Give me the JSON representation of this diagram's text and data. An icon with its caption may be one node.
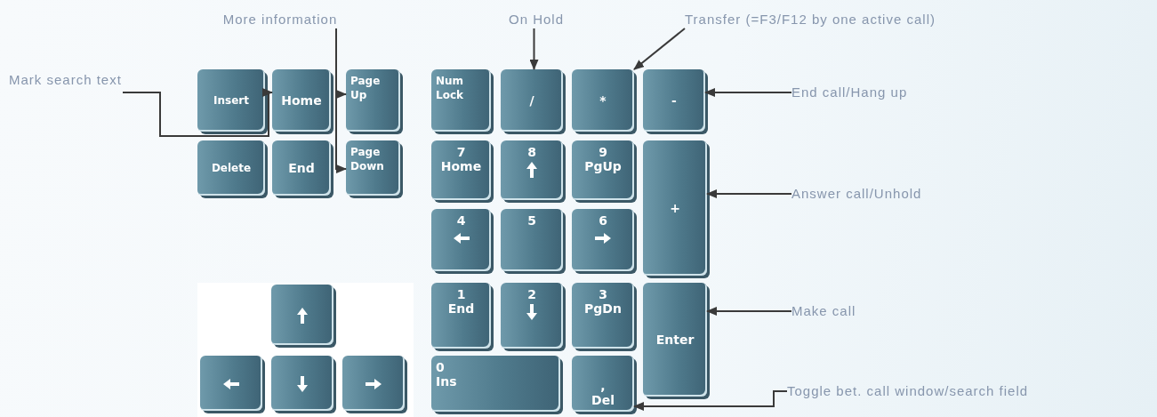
{
  "diagram": {
    "nodes": [
      {
        "text": [
          "More information"
        ]
      },
      {
        "text": [
          "On Hold"
        ]
      },
      {
        "text": [
          "Transfer (=F3/F12 by one active call)"
        ]
      },
      {
        "text": [
          "Mark search text"
        ]
      },
      {
        "text": [
          "Insert"
        ]
      },
      {
        "text": [
          "Home"
        ]
      },
      {
        "text": [
          "Page Up"
        ]
      },
      {
        "text": [
          "Num Lock"
        ]
      },
      {
        "text": [
          "/"
        ]
      },
      {
        "text": [
          "*"
        ]
      },
      {
        "text": [
          "-"
        ]
      },
      {
        "text": [
          "End call/Hang up"
        ]
      },
      {
        "text": [
          "Delete"
        ]
      },
      {
        "text": [
          "End"
        ]
      },
      {
        "text": [
          "Page Down"
        ]
      },
      {
        "text": [
          "7",
          "Home"
        ]
      },
      {
        "text": [
          "8"
        ]
      },
      {
        "text": [
          "9",
          "PgUp"
        ]
      },
      {
        "text": [
          "+"
        ]
      },
      {
        "text": [
          "Answer call/Unhold"
        ]
      },
      {
        "text": [
          "4"
        ]
      },
      {
        "text": [
          "5"
        ]
      },
      {
        "text": [
          "6"
        ]
      },
      {
        "text": [],
        "shape": "box"
      },
      {
        "text": [
          "1",
          "End"
        ]
      },
      {
        "text": [
          "2"
        ]
      },
      {
        "text": [
          "3",
          "PgDn"
        ]
      },
      {
        "text": [
          "Enter"
        ]
      },
      {
        "text": [
          "Make call"
        ]
      },
      {
        "text": [],
        "shape": "box"
      },
      {
        "text": [],
        "shape": "box"
      },
      {
        "text": [],
        "shape": "box"
      },
      {
        "text": [
          "0",
          "Ins"
        ]
      },
      {
        "text": [
          ",",
          "Del"
        ]
      },
      {
        "text": [
          "Toggle bet. call window/search field"
        ]
      }
    ],
    "edges": [
      {
        "from": 3,
        "to": 5,
        "arrow": "to"
      },
      {
        "from": 0,
        "to": 6,
        "arrow": "to"
      },
      {
        "from": 0,
        "to": 14,
        "arrow": "to"
      },
      {
        "from": 1,
        "to": 8,
        "arrow": "to"
      },
      {
        "from": 2,
        "to": 9,
        "arrow": "to"
      },
      {
        "from": 11,
        "to": 10,
        "arrow": "to"
      },
      {
        "from": 19,
        "to": 18,
        "arrow": "to"
      },
      {
        "from": 28,
        "to": 27,
        "arrow": "to"
      },
      {
        "from": 34,
        "to": 33,
        "arrow": "to"
      }
    ]
  }
}
